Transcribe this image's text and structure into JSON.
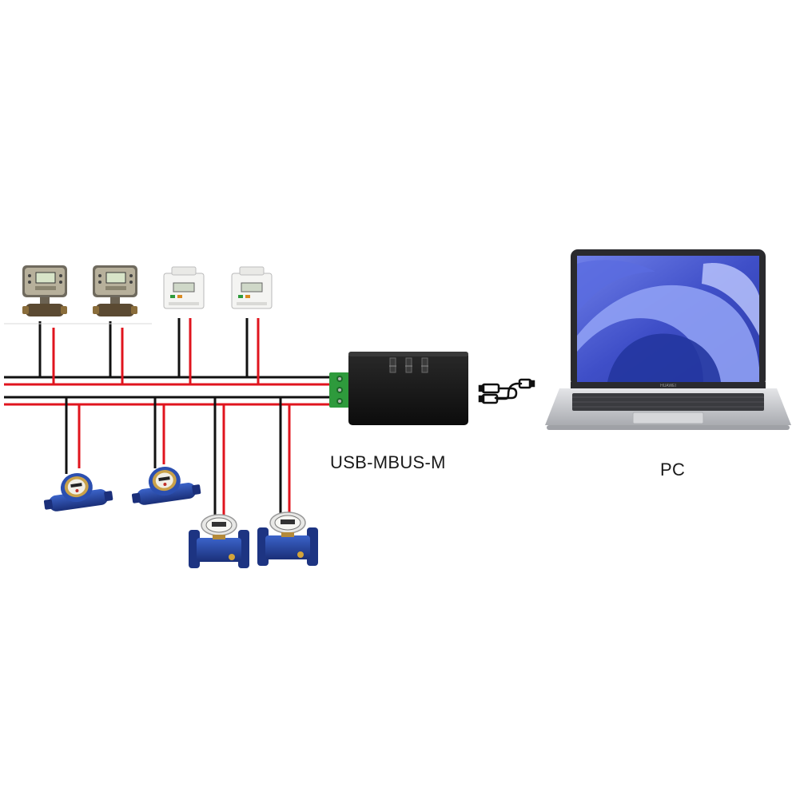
{
  "diagram": {
    "converter_label": "USB-MBUS-M",
    "pc_label": "PC",
    "laptop_brand": "HUAWEI",
    "colors": {
      "wire_black": "#111111",
      "wire_red": "#e0141e",
      "terminal_green": "#2e9a3c",
      "converter_body": "#141414",
      "meter_blue": "#1f3f93",
      "meter_brass": "#b8862a",
      "laptop_silver": "#c8c9cc",
      "screen_blue": "#3d54c9"
    },
    "icons": [
      "heat-meter-icon",
      "din-rail-energy-meter-icon",
      "water-meter-icon",
      "flanged-water-meter-icon",
      "usb-cable-icon",
      "laptop-icon"
    ]
  }
}
